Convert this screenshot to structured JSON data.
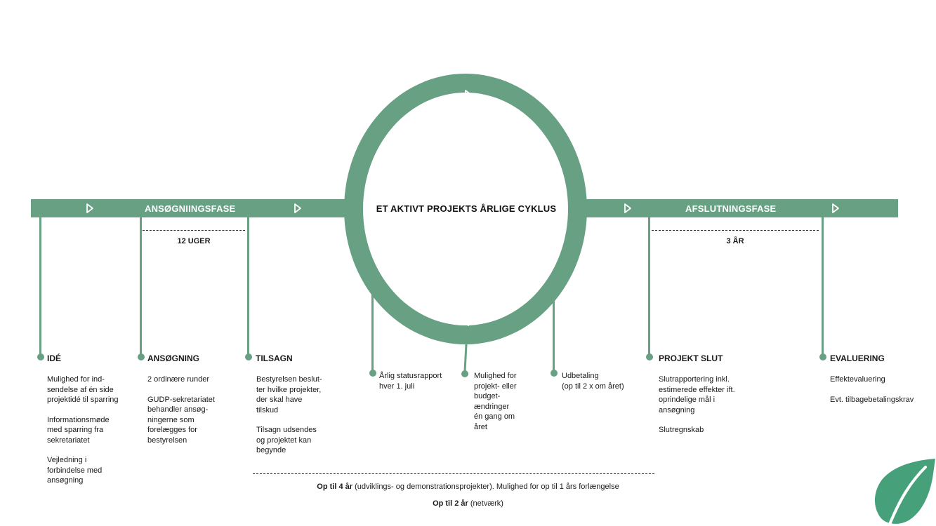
{
  "phases": {
    "application": "ANSØGNIINGSFASE",
    "cycle": "ET AKTIVT PROJEKTS ÅRLIGE CYKLUS",
    "closing": "AFSLUTNINGSFASE"
  },
  "spans": {
    "application_duration": "12 UGER",
    "closing_duration": "3 ÅR"
  },
  "milestones": {
    "ide": {
      "title": "IDÉ",
      "items": [
        "Mulighed for ind-\nsendelse af én side\nprojektidé til sparring",
        "Informationsmøde\nmed sparring fra\nsekretariatet",
        "Vejledning i\nforbindelse med\nansøgning"
      ]
    },
    "ansogning": {
      "title": "ANSØGNING",
      "items": [
        "2 ordinære runder",
        "GUDP-sekretariatet\nbehandler ansøg-\nningerne som\nforelægges for\nbestyrelsen"
      ]
    },
    "tilsagn": {
      "title": "TILSAGN",
      "items": [
        "Bestyrelsen beslut-\nter hvilke projekter,\nder skal have\ntilskud",
        "Tilsagn udsendes\nog projektet kan\nbegynde"
      ]
    },
    "projekt_slut": {
      "title": "PROJEKT SLUT",
      "items": [
        "Slutrapportering inkl.\nestimerede effekter ift.\noprindelige mål i\nansøgning",
        "Slutregnskab"
      ]
    },
    "evaluering": {
      "title": "EVALUERING",
      "items": [
        "Effektevaluering",
        "Evt. tilbagebetalingskrav"
      ]
    }
  },
  "cycle_notes": {
    "status": "Årlig statusrapport\nhver 1. juli",
    "changes": "Mulighed for\nprojekt- eller\nbudget-\nændringer\nén gang om\nåret",
    "payout": "Udbetaling\n(op til 2 x om året)"
  },
  "footer": {
    "line1_bold": "Op til 4 år",
    "line1_rest": " (udviklings- og demonstrationsprojekter). Mulighed for op til 1 års forlængelse",
    "line2_bold": "Op til 2 år",
    "line2_rest": " (netværk)"
  },
  "colors": {
    "green": "#67a083",
    "leaf": "#46a07a"
  },
  "icons": [
    "play-arrow-icon",
    "leaf-logo-icon"
  ]
}
